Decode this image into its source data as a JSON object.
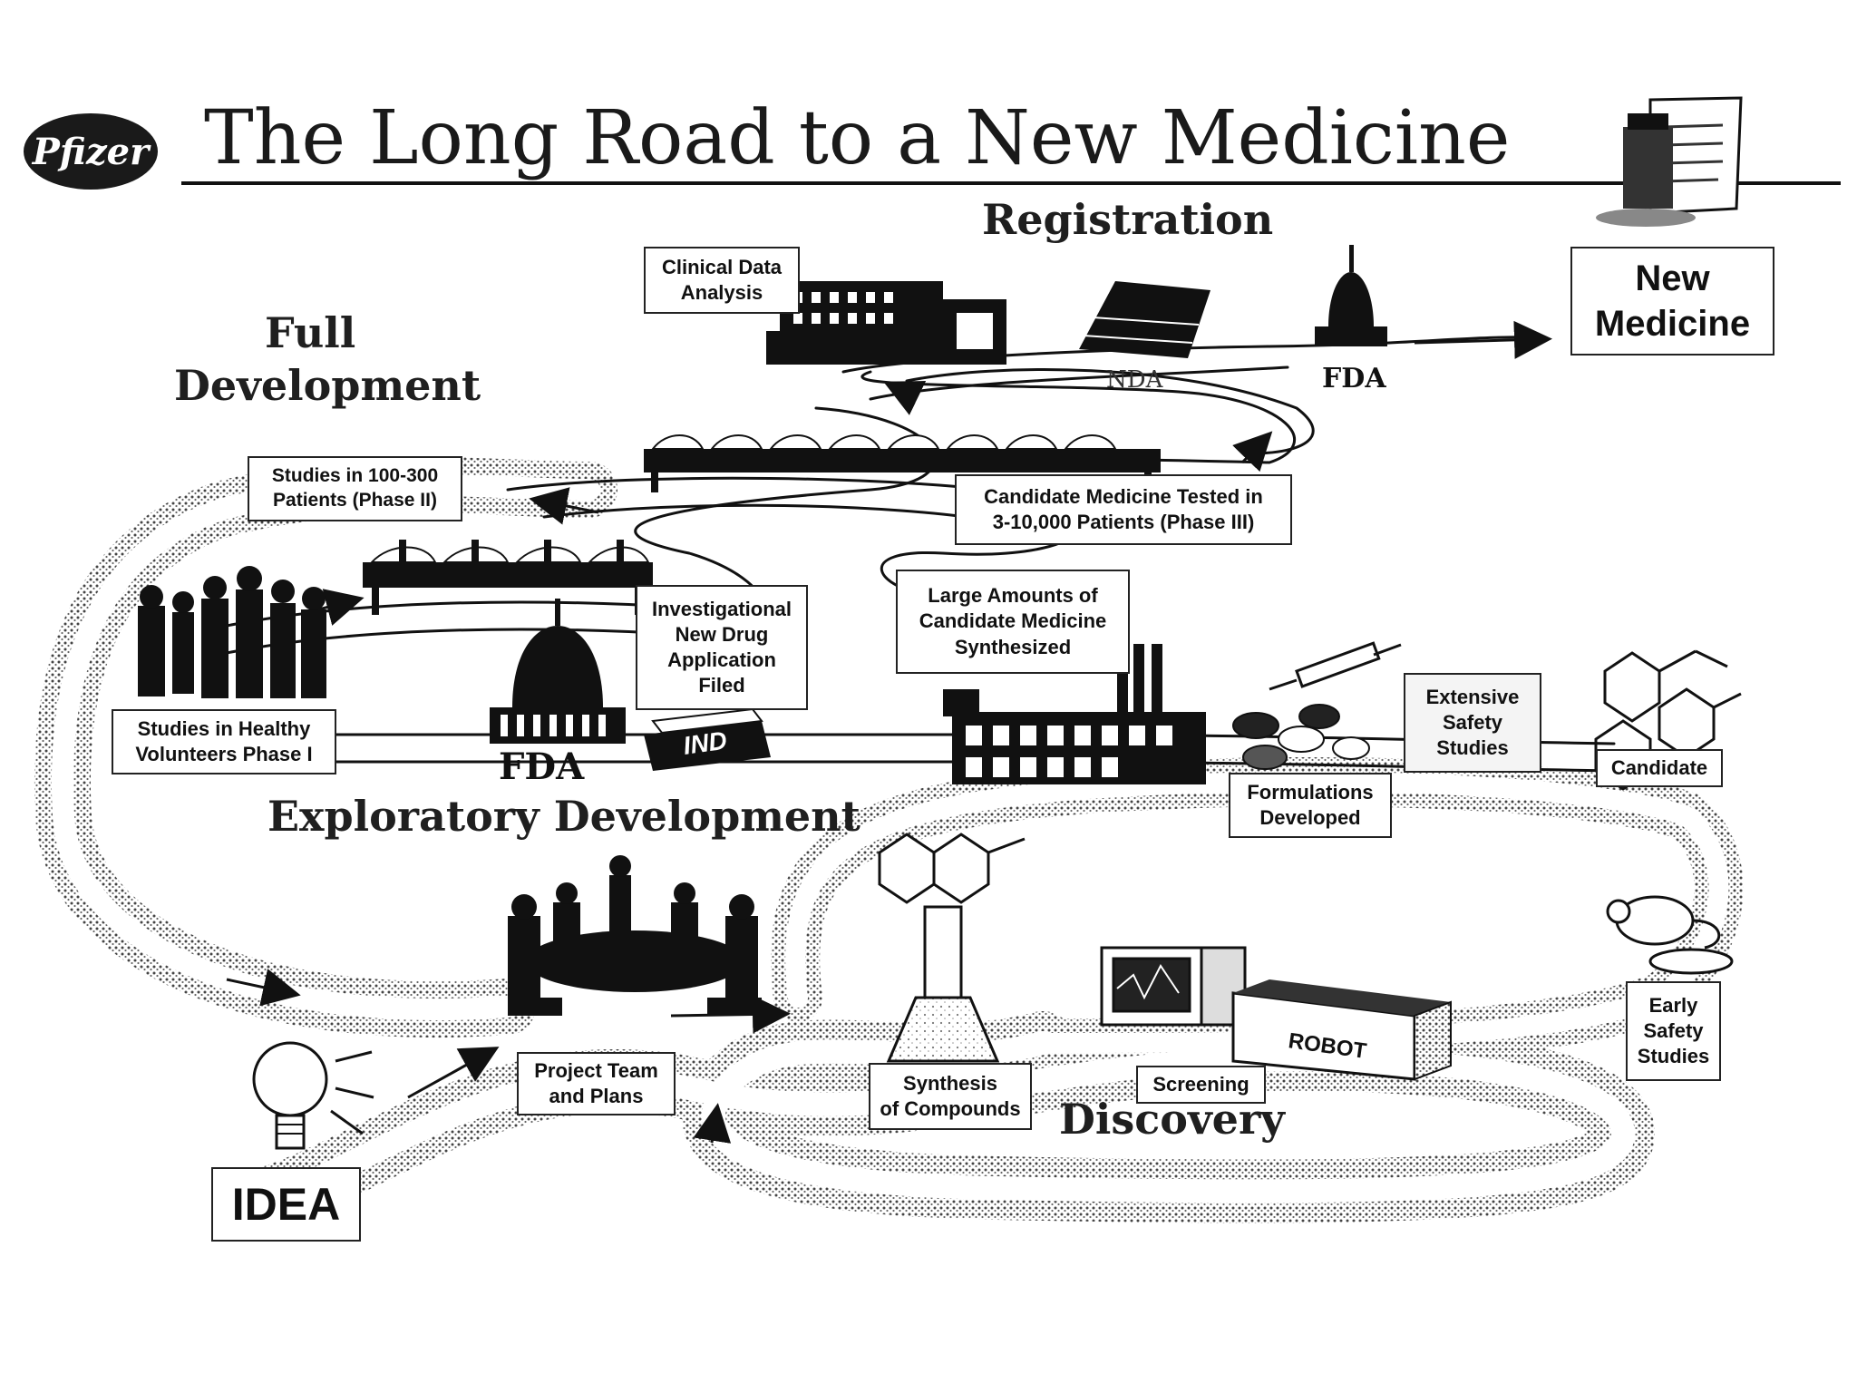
{
  "header": {
    "logo_text": "Pfizer",
    "title": "The Long Road to a New Medicine"
  },
  "stages": {
    "registration": "Registration",
    "full_development_line1": "Full",
    "full_development_line2": "Development",
    "exploratory_development": "Exploratory Development",
    "discovery": "Discovery"
  },
  "steps": {
    "idea": "IDEA",
    "project_team_line1": "Project Team",
    "project_team_line2": "and Plans",
    "synthesis_line1": "Synthesis",
    "synthesis_line2": "of Compounds",
    "screening": "Screening",
    "early_safety_line1": "Early",
    "early_safety_line2": "Safety",
    "early_safety_line3": "Studies",
    "candidate": "Candidate",
    "formulations_line1": "Formulations",
    "formulations_line2": "Developed",
    "extensive_safety_line1": "Extensive",
    "extensive_safety_line2": "Safety",
    "extensive_safety_line3": "Studies",
    "large_amounts_line1": "Large Amounts of",
    "large_amounts_line2": "Candidate Medicine",
    "large_amounts_line3": "Synthesized",
    "ind_line1": "Investigational",
    "ind_line2": "New Drug",
    "ind_line3": "Application",
    "ind_line4": "Filed",
    "phase1_line1": "Studies in Healthy",
    "phase1_line2": "Volunteers Phase I",
    "phase2_line1": "Studies in 100-300",
    "phase2_line2": "Patients (Phase II)",
    "phase3_line1": "Candidate Medicine Tested in",
    "phase3_line2": "3-10,000 Patients (Phase III)",
    "clinical_data_line1": "Clinical Data",
    "clinical_data_line2": "Analysis",
    "new_medicine_line1": "New",
    "new_medicine_line2": "Medicine"
  },
  "illustration_labels": {
    "fda_exploratory": "FDA",
    "fda_registration": "FDA",
    "nda": "NDA",
    "ind_book": "IND",
    "robot": "ROBOT"
  },
  "colors": {
    "ink": "#111111",
    "road_fill": "#ffffff",
    "shading": "#8a8a8a",
    "paper": "#ffffff"
  }
}
